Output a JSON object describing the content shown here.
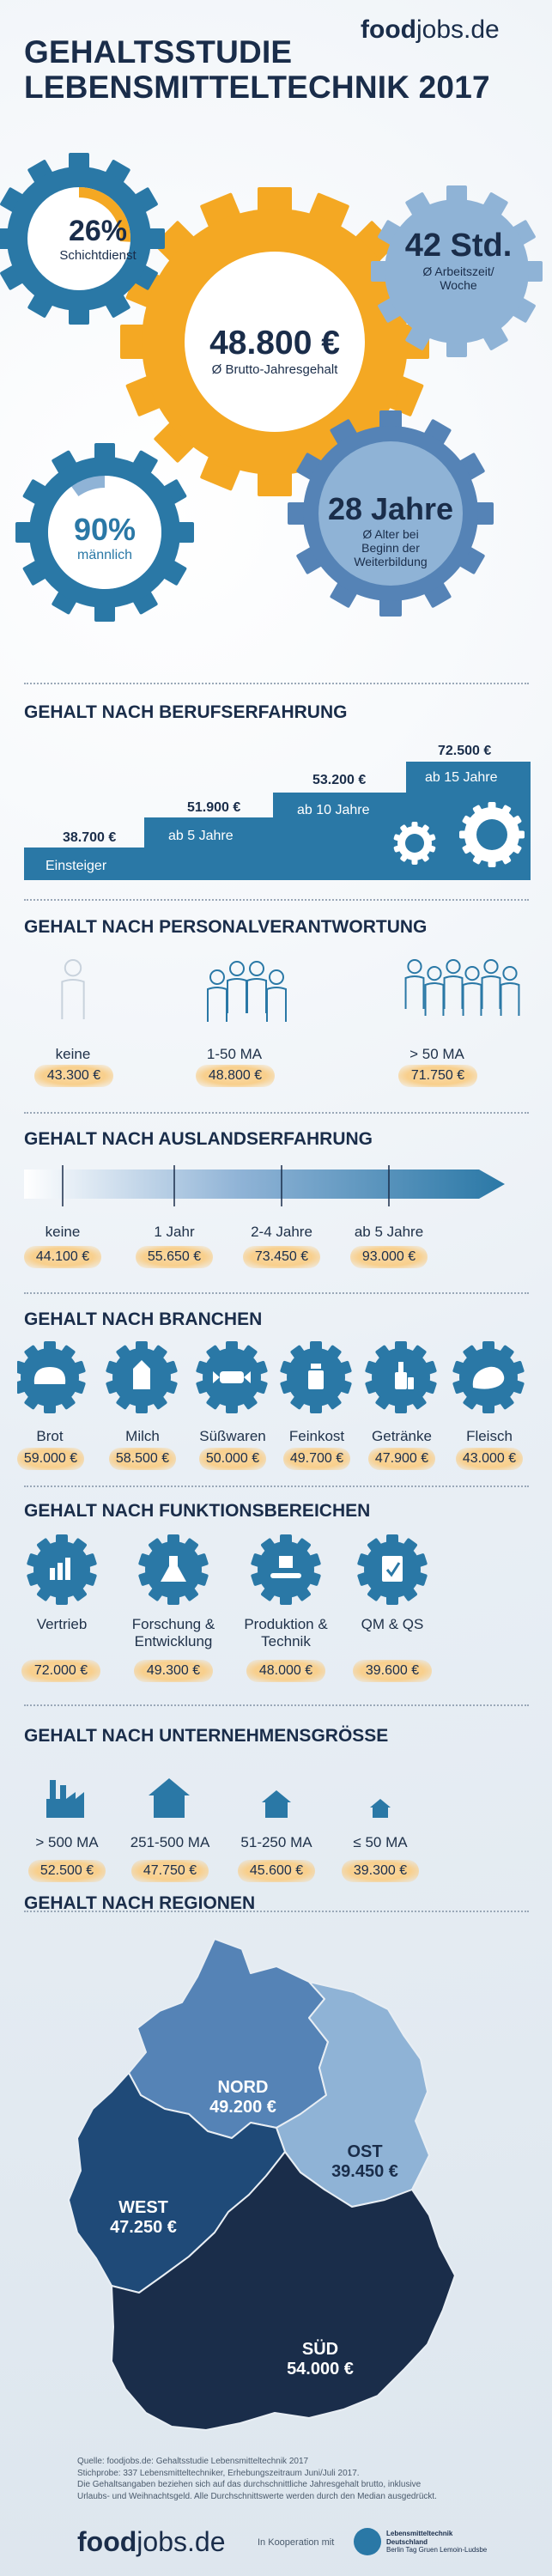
{
  "logo": {
    "bold": "food",
    "light": "jobs.de"
  },
  "title": {
    "line1": "GEHALTSSTUDIE",
    "line2": "LEBENSMITTELTECHNIK 2017"
  },
  "stats": {
    "shift": {
      "value": "26%",
      "label": "Schichtdienst",
      "fraction": 0.26
    },
    "hours": {
      "value": "42 Std.",
      "label1": "Ø Arbeitszeit/",
      "label2": "Woche"
    },
    "salary": {
      "value": "48.800 €",
      "label": "Ø Brutto-Jahresgehalt"
    },
    "male": {
      "value": "90%",
      "label": "männlich",
      "fraction": 0.9
    },
    "age": {
      "value": "28 Jahre",
      "label1": "Ø Alter bei",
      "label2": "Beginn der",
      "label3": "Weiterbildung"
    }
  },
  "sections": {
    "experience": "GEHALT NACH BERUFSERFAHRUNG",
    "responsibility": "GEHALT NACH PERSONALVERANTWORTUNG",
    "abroad": "GEHALT NACH AUSLANDSERFAHRUNG",
    "branches": "GEHALT NACH BRANCHEN",
    "functions": "GEHALT NACH FUNKTIONSBEREICHEN",
    "size": "GEHALT NACH UNTERNEHMENSGRÖSSE",
    "regions": "GEHALT NACH REGIONEN"
  },
  "chart_data": [
    {
      "type": "bar",
      "title": "GEHALT NACH BERUFSERFAHRUNG",
      "categories": [
        "Einsteiger",
        "ab 5 Jahre",
        "ab 10 Jahre",
        "ab 15 Jahre"
      ],
      "values": [
        38700,
        51900,
        53200,
        72500
      ],
      "labels": [
        "38.700 €",
        "51.900 €",
        "53.200 €",
        "72.500 €"
      ]
    },
    {
      "type": "bar",
      "title": "GEHALT NACH PERSONALVERANTWORTUNG",
      "categories": [
        "keine",
        "1-50 MA",
        "> 50 MA"
      ],
      "values": [
        43300,
        48800,
        71750
      ],
      "labels": [
        "43.300 €",
        "48.800 €",
        "71.750 €"
      ]
    },
    {
      "type": "bar",
      "title": "GEHALT NACH AUSLANDSERFAHRUNG",
      "categories": [
        "keine",
        "1 Jahr",
        "2-4 Jahre",
        "ab 5 Jahre"
      ],
      "values": [
        44100,
        55650,
        73450,
        93000
      ],
      "labels": [
        "44.100 €",
        "55.650 €",
        "73.450 €",
        "93.000 €"
      ]
    },
    {
      "type": "bar",
      "title": "GEHALT NACH BRANCHEN",
      "categories": [
        "Brot",
        "Milch",
        "Süßwaren",
        "Feinkost",
        "Getränke",
        "Fleisch"
      ],
      "values": [
        59000,
        58500,
        50000,
        49700,
        47900,
        43000
      ],
      "labels": [
        "59.000 €",
        "58.500 €",
        "50.000 €",
        "49.700 €",
        "47.900 €",
        "43.000 €"
      ]
    },
    {
      "type": "bar",
      "title": "GEHALT NACH FUNKTIONSBEREICHEN",
      "categories": [
        "Vertrieb",
        "Forschung & Entwicklung",
        "Produktion & Technik",
        "QM & QS"
      ],
      "values": [
        72000,
        49300,
        48000,
        39600
      ],
      "labels": [
        "72.000 €",
        "49.300 €",
        "48.000 €",
        "39.600 €"
      ]
    },
    {
      "type": "bar",
      "title": "GEHALT NACH UNTERNEHMENSGRÖSSE",
      "categories": [
        "> 500 MA",
        "251-500 MA",
        "51-250 MA",
        "≤ 50 MA"
      ],
      "values": [
        52500,
        47750,
        45600,
        39300
      ],
      "labels": [
        "52.500 €",
        "47.750 €",
        "45.600 €",
        "39.300 €"
      ]
    },
    {
      "type": "table",
      "title": "GEHALT NACH REGIONEN",
      "categories": [
        "NORD",
        "OST",
        "WEST",
        "SÜD"
      ],
      "values": [
        49200,
        39450,
        47250,
        54000
      ],
      "labels": [
        "49.200 €",
        "39.450 €",
        "47.250 €",
        "54.000 €"
      ]
    }
  ],
  "responsibility": {
    "labels": [
      "keine",
      "1-50 MA",
      "> 50 MA"
    ],
    "values": [
      "43.300 €",
      "48.800 €",
      "71.750 €"
    ]
  },
  "abroad": {
    "labels": [
      "keine",
      "1 Jahr",
      "2-4 Jahre",
      "ab 5 Jahre"
    ],
    "values": [
      "44.100 €",
      "55.650 €",
      "73.450 €",
      "93.000 €"
    ]
  },
  "branches": {
    "labels": [
      "Brot",
      "Milch",
      "Süßwaren",
      "Feinkost",
      "Getränke",
      "Fleisch"
    ],
    "values": [
      "59.000 €",
      "58.500 €",
      "50.000 €",
      "49.700 €",
      "47.900 €",
      "43.000 €"
    ]
  },
  "functions": {
    "labels1": [
      "Vertrieb",
      "Forschung &",
      "Produktion &",
      "QM & QS"
    ],
    "labels2": [
      "",
      "Entwicklung",
      "Technik",
      ""
    ],
    "values": [
      "72.000 €",
      "49.300 €",
      "48.000 €",
      "39.600 €"
    ]
  },
  "size": {
    "labels": [
      "> 500 MA",
      "251-500 MA",
      "51-250 MA",
      "≤ 50 MA"
    ],
    "values": [
      "52.500 €",
      "47.750 €",
      "45.600 €",
      "39.300 €"
    ]
  },
  "regions": {
    "nord": {
      "name": "NORD",
      "value": "49.200 €"
    },
    "ost": {
      "name": "OST",
      "value": "39.450 €"
    },
    "west": {
      "name": "WEST",
      "value": "47.250 €"
    },
    "sued": {
      "name": "SÜD",
      "value": "54.000 €"
    }
  },
  "footer": {
    "line1": "Quelle: foodjobs.de: Gehaltsstudie Lebensmitteltechnik 2017",
    "line2": "Stichprobe: 337 Lebensmitteltechniker, Erhebungszeitraum Juni/Juli 2017.",
    "line3": "Die Gehaltsangaben beziehen sich auf das durchschnittliche Jahresgehalt brutto, inklusive",
    "line4": "Urlaubs- und Weihnachtsgeld. Alle Durchschnittswerte werden durch den Median ausgedrückt.",
    "coop": "In Kooperation mit",
    "partner1": "Lebensmitteltechnik",
    "partner2": "Deutschland",
    "partner3": "Berlin Tag Gruen Lemoin-Ludsbe"
  },
  "colors": {
    "navy": "#1a2d4a",
    "blue": "#2a78a6",
    "lightblue": "#8fb3d6",
    "orange": "#f4a823",
    "steel": "#5583b6",
    "gray": "#9aa8b8"
  }
}
